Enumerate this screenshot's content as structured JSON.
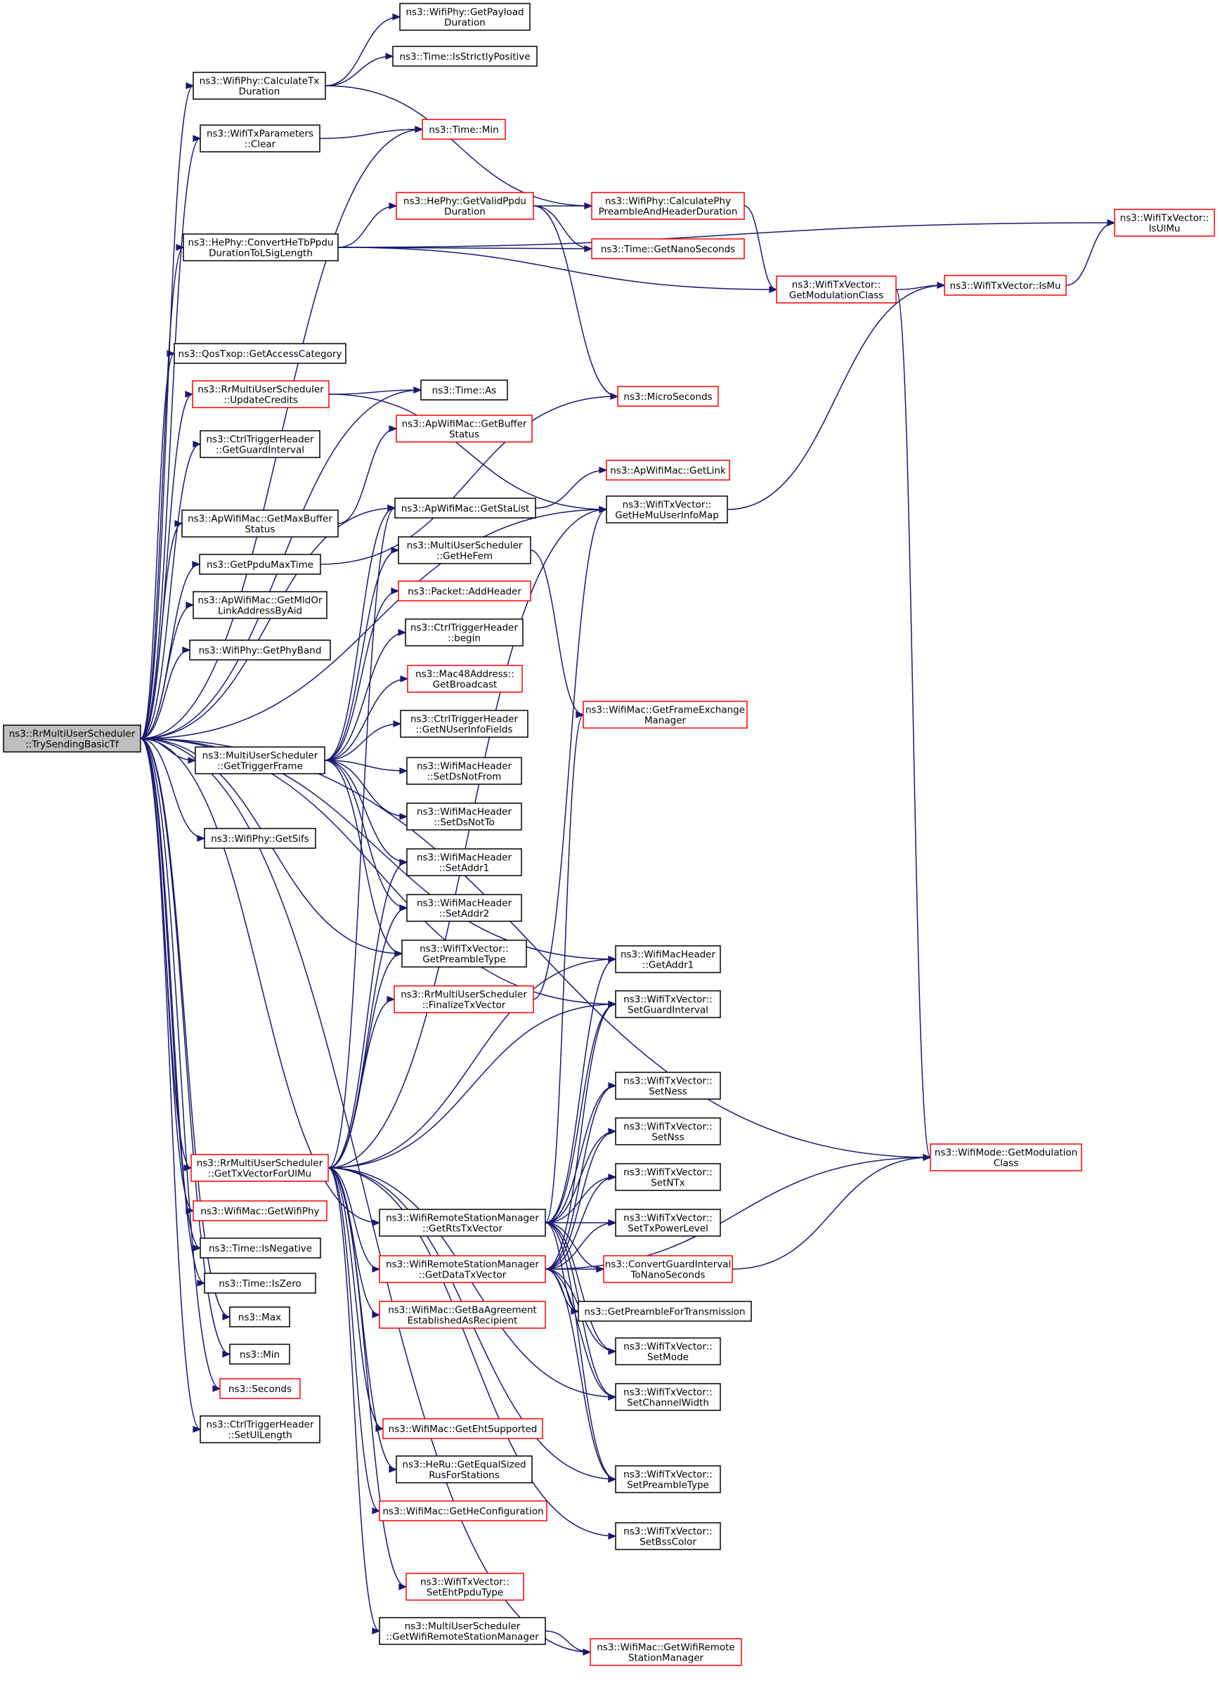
{
  "diagram": {
    "colors": {
      "edge": "#191970",
      "border_normal": "#000000",
      "border_truncated": "#ff0000",
      "root_fill": "#bfbfbf",
      "node_fill": "#ffffff"
    },
    "nodes": [
      {
        "id": "root",
        "lines": [
          "ns3::RrMultiUserScheduler",
          "::TrySendingBasicTf"
        ],
        "red": false,
        "root": true
      },
      {
        "id": "calcTxDur",
        "lines": [
          "ns3::WifiPhy::CalculateTx",
          "Duration"
        ],
        "red": false
      },
      {
        "id": "getPayloadDur",
        "lines": [
          "ns3::WifiPhy::GetPayload",
          "Duration"
        ],
        "red": false
      },
      {
        "id": "isStrictlyPos",
        "lines": [
          "ns3::Time::IsStrictlyPositive"
        ],
        "red": false
      },
      {
        "id": "txParamsClear",
        "lines": [
          "ns3::WifiTxParameters",
          "::Clear"
        ],
        "red": false
      },
      {
        "id": "timeMin",
        "lines": [
          "ns3::Time::Min"
        ],
        "red": true
      },
      {
        "id": "convertHeTb",
        "lines": [
          "ns3::HePhy::ConvertHeTbPpdu",
          "DurationToLSigLength"
        ],
        "red": false
      },
      {
        "id": "getValidPpdu",
        "lines": [
          "ns3::HePhy::GetValidPpdu",
          "Duration"
        ],
        "red": true
      },
      {
        "id": "calcPhyPreamble",
        "lines": [
          "ns3::WifiPhy::CalculatePhy",
          "PreambleAndHeaderDuration"
        ],
        "red": true
      },
      {
        "id": "getNanoSeconds",
        "lines": [
          "ns3::Time::GetNanoSeconds"
        ],
        "red": true
      },
      {
        "id": "getModClassTx",
        "lines": [
          "ns3::WifiTxVector::",
          "GetModulationClass"
        ],
        "red": true
      },
      {
        "id": "isMu",
        "lines": [
          "ns3::WifiTxVector::IsMu"
        ],
        "red": true
      },
      {
        "id": "isUlMu",
        "lines": [
          "ns3::WifiTxVector::",
          "IsUlMu"
        ],
        "red": true
      },
      {
        "id": "getAccessCat",
        "lines": [
          "ns3::QosTxop::GetAccessCategory"
        ],
        "red": false
      },
      {
        "id": "updateCredits",
        "lines": [
          "ns3::RrMultiUserScheduler",
          "::UpdateCredits"
        ],
        "red": true
      },
      {
        "id": "timeAs",
        "lines": [
          "ns3::Time::As"
        ],
        "red": false
      },
      {
        "id": "microSeconds",
        "lines": [
          "ns3::MicroSeconds"
        ],
        "red": true
      },
      {
        "id": "ctrlGuard",
        "lines": [
          "ns3::CtrlTriggerHeader",
          "::GetGuardInterval"
        ],
        "red": false
      },
      {
        "id": "getBufferStatus",
        "lines": [
          "ns3::ApWifiMac::GetBuffer",
          "Status"
        ],
        "red": true
      },
      {
        "id": "getMaxBuffer",
        "lines": [
          "ns3::ApWifiMac::GetMaxBuffer",
          "Status"
        ],
        "red": false
      },
      {
        "id": "getLink",
        "lines": [
          "ns3::ApWifiMac::GetLink"
        ],
        "red": true
      },
      {
        "id": "getStaList",
        "lines": [
          "ns3::ApWifiMac::GetStaList"
        ],
        "red": false
      },
      {
        "id": "getHeMuUserInfo",
        "lines": [
          "ns3::WifiTxVector::",
          "GetHeMuUserInfoMap"
        ],
        "red": false
      },
      {
        "id": "getPpduMaxTime",
        "lines": [
          "ns3::GetPpduMaxTime"
        ],
        "red": false
      },
      {
        "id": "getHeFem",
        "lines": [
          "ns3::MultiUserScheduler",
          "::GetHeFem"
        ],
        "red": false
      },
      {
        "id": "getMldOrLink",
        "lines": [
          "ns3::ApWifiMac::GetMldOr",
          "LinkAddressByAid"
        ],
        "red": false
      },
      {
        "id": "addHeader",
        "lines": [
          "ns3::Packet::AddHeader"
        ],
        "red": true
      },
      {
        "id": "getPhyBand",
        "lines": [
          "ns3::WifiPhy::GetPhyBand"
        ],
        "red": false
      },
      {
        "id": "ctrlBegin",
        "lines": [
          "ns3::CtrlTriggerHeader",
          "::begin"
        ],
        "red": false
      },
      {
        "id": "getBroadcast",
        "lines": [
          "ns3::Mac48Address::",
          "GetBroadcast"
        ],
        "red": true
      },
      {
        "id": "getFrameExch",
        "lines": [
          "ns3::WifiMac::GetFrameExchange",
          "Manager"
        ],
        "red": true
      },
      {
        "id": "getNUserInfo",
        "lines": [
          "ns3::CtrlTriggerHeader",
          "::GetNUserInfoFields"
        ],
        "red": false
      },
      {
        "id": "getTriggerFrame",
        "lines": [
          "ns3::MultiUserScheduler",
          "::GetTriggerFrame"
        ],
        "red": false
      },
      {
        "id": "setDsNotFrom",
        "lines": [
          "ns3::WifiMacHeader",
          "::SetDsNotFrom"
        ],
        "red": false
      },
      {
        "id": "setDsNotTo",
        "lines": [
          "ns3::WifiMacHeader",
          "::SetDsNotTo"
        ],
        "red": false
      },
      {
        "id": "getSifs",
        "lines": [
          "ns3::WifiPhy::GetSifs"
        ],
        "red": false
      },
      {
        "id": "setAddr1",
        "lines": [
          "ns3::WifiMacHeader",
          "::SetAddr1"
        ],
        "red": false
      },
      {
        "id": "setAddr2",
        "lines": [
          "ns3::WifiMacHeader",
          "::SetAddr2"
        ],
        "red": false
      },
      {
        "id": "getPreambleType",
        "lines": [
          "ns3::WifiTxVector::",
          "GetPreambleType"
        ],
        "red": false
      },
      {
        "id": "getAddr1",
        "lines": [
          "ns3::WifiMacHeader",
          "::GetAddr1"
        ],
        "red": false
      },
      {
        "id": "finalizeTxVec",
        "lines": [
          "ns3::RrMultiUserScheduler",
          "::FinalizeTxVector"
        ],
        "red": true
      },
      {
        "id": "setGuardInt",
        "lines": [
          "ns3::WifiTxVector::",
          "SetGuardInterval"
        ],
        "red": false
      },
      {
        "id": "setNess",
        "lines": [
          "ns3::WifiTxVector::",
          "SetNess"
        ],
        "red": false
      },
      {
        "id": "setNss",
        "lines": [
          "ns3::WifiTxVector::",
          "SetNss"
        ],
        "red": false
      },
      {
        "id": "getModClassMode",
        "lines": [
          "ns3::WifiMode::GetModulation",
          "Class"
        ],
        "red": true
      },
      {
        "id": "getTxVecUlMu",
        "lines": [
          "ns3::RrMultiUserScheduler",
          "::GetTxVectorForUlMu"
        ],
        "red": true
      },
      {
        "id": "setNTx",
        "lines": [
          "ns3::WifiTxVector::",
          "SetNTx"
        ],
        "red": false
      },
      {
        "id": "getWifiPhy",
        "lines": [
          "ns3::WifiMac::GetWifiPhy"
        ],
        "red": true
      },
      {
        "id": "getRtsTxVec",
        "lines": [
          "ns3::WifiRemoteStationManager",
          "::GetRtsTxVector"
        ],
        "red": false
      },
      {
        "id": "setTxPower",
        "lines": [
          "ns3::WifiTxVector::",
          "SetTxPowerLevel"
        ],
        "red": false
      },
      {
        "id": "timeIsNeg",
        "lines": [
          "ns3::Time::IsNegative"
        ],
        "red": false
      },
      {
        "id": "getDataTxVec",
        "lines": [
          "ns3::WifiRemoteStationManager",
          "::GetDataTxVector"
        ],
        "red": true
      },
      {
        "id": "convertGuard",
        "lines": [
          "ns3::ConvertGuardInterval",
          "ToNanoSeconds"
        ],
        "red": true
      },
      {
        "id": "timeIsZero",
        "lines": [
          "ns3::Time::IsZero"
        ],
        "red": false
      },
      {
        "id": "getPreambleTx",
        "lines": [
          "ns3::GetPreambleForTransmission"
        ],
        "red": false
      },
      {
        "id": "getBaAgree",
        "lines": [
          "ns3::WifiMac::GetBaAgreement",
          "EstablishedAsRecipient"
        ],
        "red": true
      },
      {
        "id": "max",
        "lines": [
          "ns3::Max"
        ],
        "red": false
      },
      {
        "id": "setMode",
        "lines": [
          "ns3::WifiTxVector::",
          "SetMode"
        ],
        "red": false
      },
      {
        "id": "min",
        "lines": [
          "ns3::Min"
        ],
        "red": false
      },
      {
        "id": "seconds",
        "lines": [
          "ns3::Seconds"
        ],
        "red": true
      },
      {
        "id": "setChanWidth",
        "lines": [
          "ns3::WifiTxVector::",
          "SetChannelWidth"
        ],
        "red": false
      },
      {
        "id": "getEht",
        "lines": [
          "ns3::WifiMac::GetEhtSupported"
        ],
        "red": true
      },
      {
        "id": "setUlLength",
        "lines": [
          "ns3::CtrlTriggerHeader",
          "::SetUlLength"
        ],
        "red": false
      },
      {
        "id": "heRuEqual",
        "lines": [
          "ns3::HeRu::GetEqualSized",
          "RusForStations"
        ],
        "red": false
      },
      {
        "id": "setPreambleType",
        "lines": [
          "ns3::WifiTxVector::",
          "SetPreambleType"
        ],
        "red": false
      },
      {
        "id": "getHeConfig",
        "lines": [
          "ns3::WifiMac::GetHeConfiguration"
        ],
        "red": true
      },
      {
        "id": "setBssColor",
        "lines": [
          "ns3::WifiTxVector::",
          "SetBssColor"
        ],
        "red": false
      },
      {
        "id": "setEhtPpdu",
        "lines": [
          "ns3::WifiTxVector::",
          "SetEhtPpduType"
        ],
        "red": true
      },
      {
        "id": "getWrsm",
        "lines": [
          "ns3::MultiUserScheduler",
          "::GetWifiRemoteStationManager"
        ],
        "red": false
      },
      {
        "id": "getWrsmMac",
        "lines": [
          "ns3::WifiMac::GetWifiRemote",
          "StationManager"
        ],
        "red": true
      }
    ]
  }
}
